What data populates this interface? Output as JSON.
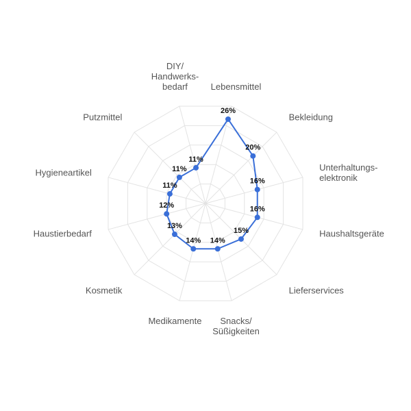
{
  "chart_data": {
    "type": "radar",
    "categories": [
      "Lebensmittel",
      "Bekleidung",
      "Unterhaltungs-\nelektronik",
      "Haushaltsgeräte",
      "Lieferservices",
      "Snacks/\nSüßigkeiten",
      "Medikamente",
      "Kosmetik",
      "Haustierbedarf",
      "Hygieneartikel",
      "Putzmittel",
      "DIY/\nHandwerks-\nbedarf"
    ],
    "series": [
      {
        "values": [
          26,
          20,
          16,
          16,
          15,
          14,
          14,
          13,
          12,
          11,
          11,
          11
        ],
        "labels": [
          "26%",
          "20%",
          "16%",
          "16%",
          "15%",
          "14%",
          "14%",
          "13%",
          "12%",
          "11%",
          "11%",
          "11%"
        ],
        "color": "#3a6fd8"
      }
    ],
    "rmax": 30,
    "grid": true,
    "grid_color": "#e3e3e3"
  }
}
